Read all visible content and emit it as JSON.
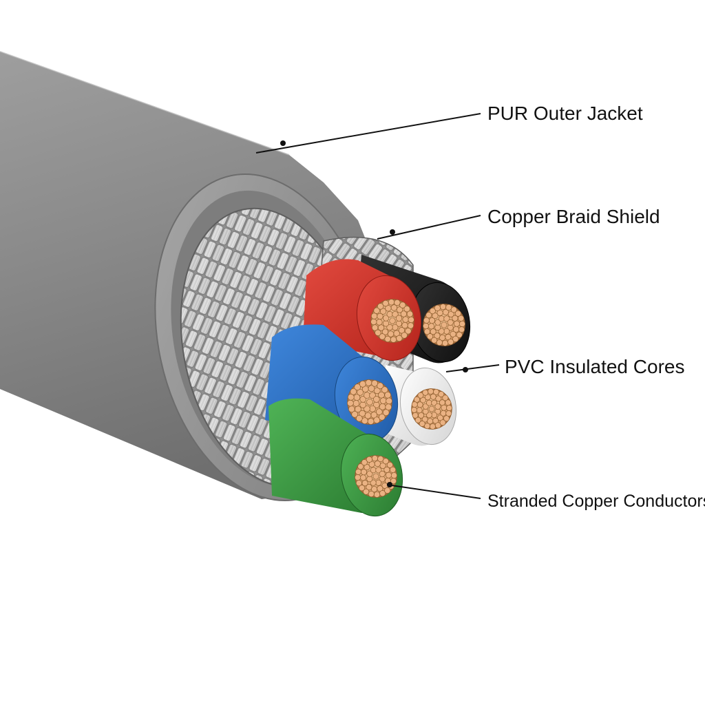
{
  "diagram": {
    "labels": {
      "outer_jacket": "PUR Outer Jacket",
      "braid_shield": "Copper Braid Shield",
      "insulated_cores": "PVC Insulated Cores",
      "conductors": "Stranded Copper Conductors"
    },
    "colors": {
      "jacket": "#8c8c8c",
      "braid": "#b9b9b9",
      "core_red": "#d8332b",
      "core_black": "#1c1c1c",
      "core_blue": "#2f73c9",
      "core_white": "#f2f2f2",
      "core_green": "#3c9d43",
      "copper": "#e2a977"
    },
    "cores": [
      {
        "name": "red",
        "color": "#d8332b"
      },
      {
        "name": "black",
        "color": "#1c1c1c"
      },
      {
        "name": "blue",
        "color": "#2f73c9"
      },
      {
        "name": "white",
        "color": "#f2f2f2"
      },
      {
        "name": "green",
        "color": "#3c9d43"
      }
    ]
  }
}
